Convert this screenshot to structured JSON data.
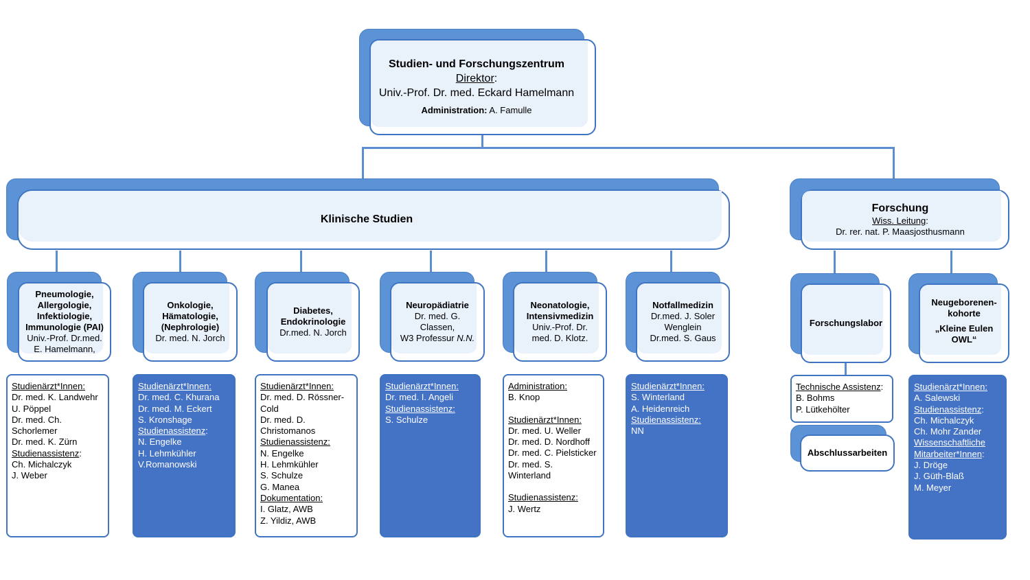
{
  "top": {
    "title": "Studien- und Forschungszentrum",
    "director_label": "Direktor",
    "director_name": "Univ.-Prof. Dr. med. Eckard Hamelmann",
    "admin_label": "Administration:",
    "admin_name": "A. Famulle"
  },
  "clinical": {
    "title": "Klinische Studien"
  },
  "research": {
    "title": "Forschung",
    "lead_label": "Wiss. Leitung",
    "lead_name": "Dr. rer. nat. P. Maasjosthusmann"
  },
  "departments": [
    {
      "title": [
        "Pneumologie,",
        "Allergologie,",
        "Infektiologie,",
        "Immunologie (PAI)"
      ],
      "people": [
        "Univ.-Prof. Dr.med.",
        "E. Hamelmann,"
      ]
    },
    {
      "title": [
        "Onkologie,",
        "Hämatologie,",
        "(Nephrologie)"
      ],
      "people": [
        "Dr. med. N. Jorch"
      ]
    },
    {
      "title": [
        "Diabetes,",
        "Endokrinologie"
      ],
      "people": [
        "Dr.med. N. Jorch"
      ]
    },
    {
      "title": [
        "Neuropädiatrie"
      ],
      "people": [
        "Dr. med. G.",
        "Classen,",
        "W3 Professur"
      ],
      "people_italic": "N.N."
    },
    {
      "title": [
        "Neonatologie,",
        "Intensivmedizin"
      ],
      "people": [
        "Univ.-Prof. Dr.",
        "med. D. Klotz."
      ]
    },
    {
      "title": [
        "Notfallmedizin"
      ],
      "people": [
        "Dr.med. J. Soler",
        "Wenglein",
        "Dr.med. S. Gaus"
      ]
    }
  ],
  "research_units": [
    {
      "title": [
        "Forschungslabor"
      ]
    },
    {
      "title": [
        "Neugeborenen-",
        "kohorte",
        "„Kleine Eulen",
        "OWL“"
      ]
    }
  ],
  "lab_staff": {
    "label": "Technische Assistenz",
    "colon": ":",
    "names": [
      "B. Bohms",
      "P. Lütkehölter"
    ]
  },
  "thesis": {
    "title": "Abschlussarbeiten"
  },
  "staff_lists": [
    [
      {
        "h": "Studienärzt*Innen:"
      },
      {
        "t": "Dr. med. K. Landwehr"
      },
      {
        "t": "U. Pöppel"
      },
      {
        "t": "Dr. med. Ch."
      },
      {
        "t": "Schorlemer"
      },
      {
        "t": "Dr. med. K. Zürn"
      },
      {
        "h": "Studienassistenz",
        "c": ":"
      },
      {
        "t": "Ch. Michalczyk"
      },
      {
        "t": "J. Weber"
      }
    ],
    [
      {
        "h": "Studienärzt*Innen:"
      },
      {
        "t": "Dr. med. C. Khurana"
      },
      {
        "t": "Dr. med. M. Eckert"
      },
      {
        "t": "S. Kronshage"
      },
      {
        "h": "Studienassistenz",
        "c": ":"
      },
      {
        "t": "N. Engelke"
      },
      {
        "t": "H. Lehmkühler"
      },
      {
        "t": "V.Romanowski"
      }
    ],
    [
      {
        "h": "Studienärzt*Innen:"
      },
      {
        "t": "Dr. med. D. Rössner-"
      },
      {
        "t": "Cold"
      },
      {
        "t": "Dr. med. D."
      },
      {
        "t": "Christomanos"
      },
      {
        "h": "Studienassistenz:"
      },
      {
        "t": "N. Engelke"
      },
      {
        "t": "H. Lehmkühler"
      },
      {
        "t": "S. Schulze"
      },
      {
        "t": "G. Manea"
      },
      {
        "h": "Dokumentation:"
      },
      {
        "t": "I. Glatz, AWB"
      },
      {
        "t": "Z. Yildiz, AWB"
      }
    ],
    [
      {
        "h": "Studienärzt*Innen:"
      },
      {
        "t": "Dr. med. I. Angeli"
      },
      {
        "h": "Studienassistenz:"
      },
      {
        "t": "S. Schulze"
      }
    ],
    [
      {
        "h": "Administration:"
      },
      {
        "t": "B. Knop"
      },
      {
        "gap": true
      },
      {
        "h": "Studienärzt*Innen:"
      },
      {
        "t": "Dr. med. U. Weller"
      },
      {
        "t": "Dr. med. D. Nordhoff"
      },
      {
        "t": "Dr. med. C. Pielsticker"
      },
      {
        "t": "Dr. med. S."
      },
      {
        "t": "Winterland"
      },
      {
        "gap": true
      },
      {
        "h": "Studienassistenz:"
      },
      {
        "t": "J. Wertz"
      }
    ],
    [
      {
        "h": "Studienärzt*Innen:"
      },
      {
        "t": "S. Winterland"
      },
      {
        "t": "A. Heidenreich"
      },
      {
        "h": "Studienassistenz:"
      },
      {
        "t": "NN"
      }
    ],
    [
      {
        "h": "Studienärzt*Innen:"
      },
      {
        "t": "A. Salewski"
      },
      {
        "h": "Studienassistenz",
        "c": ":"
      },
      {
        "t": "Ch. Michalczyk"
      },
      {
        "t": "Ch. Mohr Zander"
      },
      {
        "h": "Wissenschaftliche"
      },
      {
        "h": "Mitarbeiter*Innen",
        "c": ":"
      },
      {
        "t": "J. Dröge"
      },
      {
        "t": "J. Güth-Blaß"
      },
      {
        "t": "M. Meyer"
      }
    ]
  ],
  "colors": {
    "accent": "#5b93d6",
    "border": "#3f74c2",
    "fill_blue": "#4472c4",
    "tint": "#e9f1fb"
  }
}
